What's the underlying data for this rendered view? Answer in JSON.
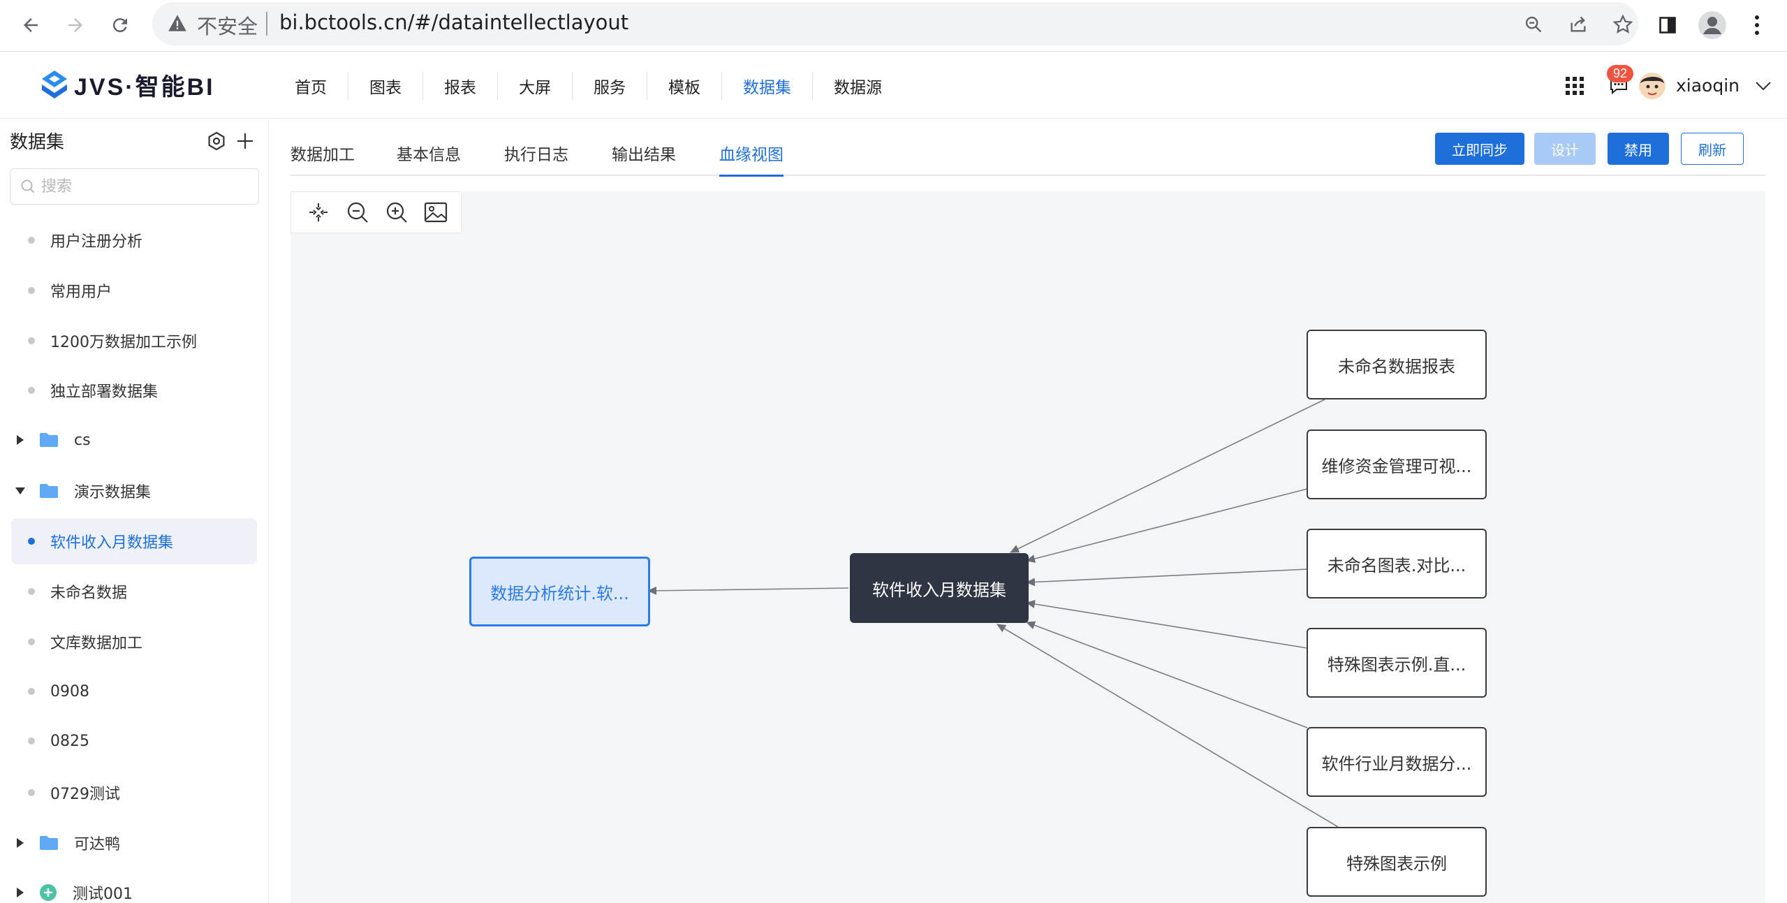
{
  "browser": {
    "insecure_label": "不安全",
    "url": "bi.bctools.cn/#/dataintellectlayout"
  },
  "app": {
    "logo_text": "JVS·智能BI",
    "nav": [
      "首页",
      "图表",
      "报表",
      "大屏",
      "服务",
      "模板",
      "数据集",
      "数据源"
    ],
    "active_nav": "数据集",
    "notification_count": "92",
    "username": "xiaoqin"
  },
  "sidebar": {
    "title": "数据集",
    "search_placeholder": "搜索",
    "items": [
      {
        "label": "用户注册分析",
        "type": "leaf"
      },
      {
        "label": "常用用户",
        "type": "leaf"
      },
      {
        "label": "1200万数据加工示例",
        "type": "leaf"
      },
      {
        "label": "独立部署数据集",
        "type": "leaf"
      },
      {
        "label": "cs",
        "type": "folder",
        "expanded": false
      },
      {
        "label": "演示数据集",
        "type": "folder",
        "expanded": true
      },
      {
        "label": "软件收入月数据集",
        "type": "leaf",
        "selected": true
      },
      {
        "label": "未命名数据",
        "type": "leaf"
      },
      {
        "label": "文库数据加工",
        "type": "leaf"
      },
      {
        "label": "0908",
        "type": "leaf"
      },
      {
        "label": "0825",
        "type": "leaf"
      },
      {
        "label": "0729测试",
        "type": "leaf"
      },
      {
        "label": "可达鸭",
        "type": "folder",
        "expanded": false
      },
      {
        "label": "测试001",
        "type": "folder",
        "expanded": false
      }
    ]
  },
  "tabs": [
    "数据加工",
    "基本信息",
    "执行日志",
    "输出结果",
    "血缘视图"
  ],
  "active_tab": "血缘视图",
  "actions": {
    "sync": "立即同步",
    "design": "设计",
    "disable": "禁用",
    "refresh": "刷新"
  },
  "lineage": {
    "target": "数据分析统计.软...",
    "center": "软件收入月数据集",
    "sources": [
      "未命名数据报表",
      "维修资金管理可视...",
      "未命名图表.对比...",
      "特殊图表示例.直...",
      "软件行业月数据分...",
      "特殊图表示例"
    ]
  },
  "colors": {
    "accent": "#1e6fdc",
    "center_node": "#2f3542",
    "badge": "#f0533f"
  }
}
